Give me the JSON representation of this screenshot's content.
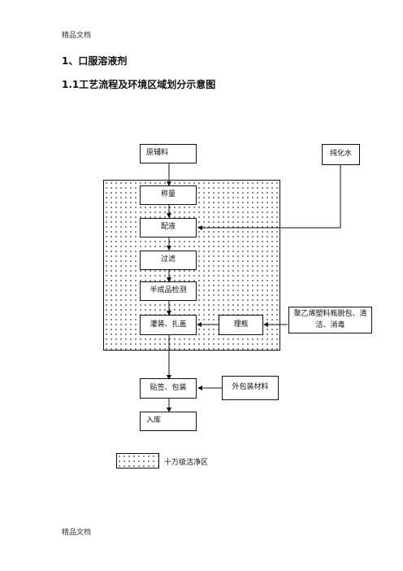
{
  "header": {
    "text": "精品文档"
  },
  "footer": {
    "text": "精品文档"
  },
  "section_title": "1、口服溶液剂",
  "subsection_title": "1.1工艺流程及环境区域划分示意图",
  "flow": {
    "raw_material": "原辅料",
    "purified_water": "纯化水",
    "weighing": "称量",
    "mixing": "配液",
    "filtering": "过滤",
    "semi_product_test": "半成品检测",
    "filling_capping": "灌装、扎盖",
    "bottle_sorting": "理瓶",
    "bottle_prep_line1": "聚乙烯塑料瓶脱包、清",
    "bottle_prep_line2": "洁、消毒",
    "labeling_packing": "贴签、包装",
    "outer_packaging": "外包装材料",
    "warehousing": "入库"
  },
  "legend": {
    "label": "十万级洁净区"
  },
  "colors": {
    "line": "#111111",
    "dots": "#222222"
  }
}
